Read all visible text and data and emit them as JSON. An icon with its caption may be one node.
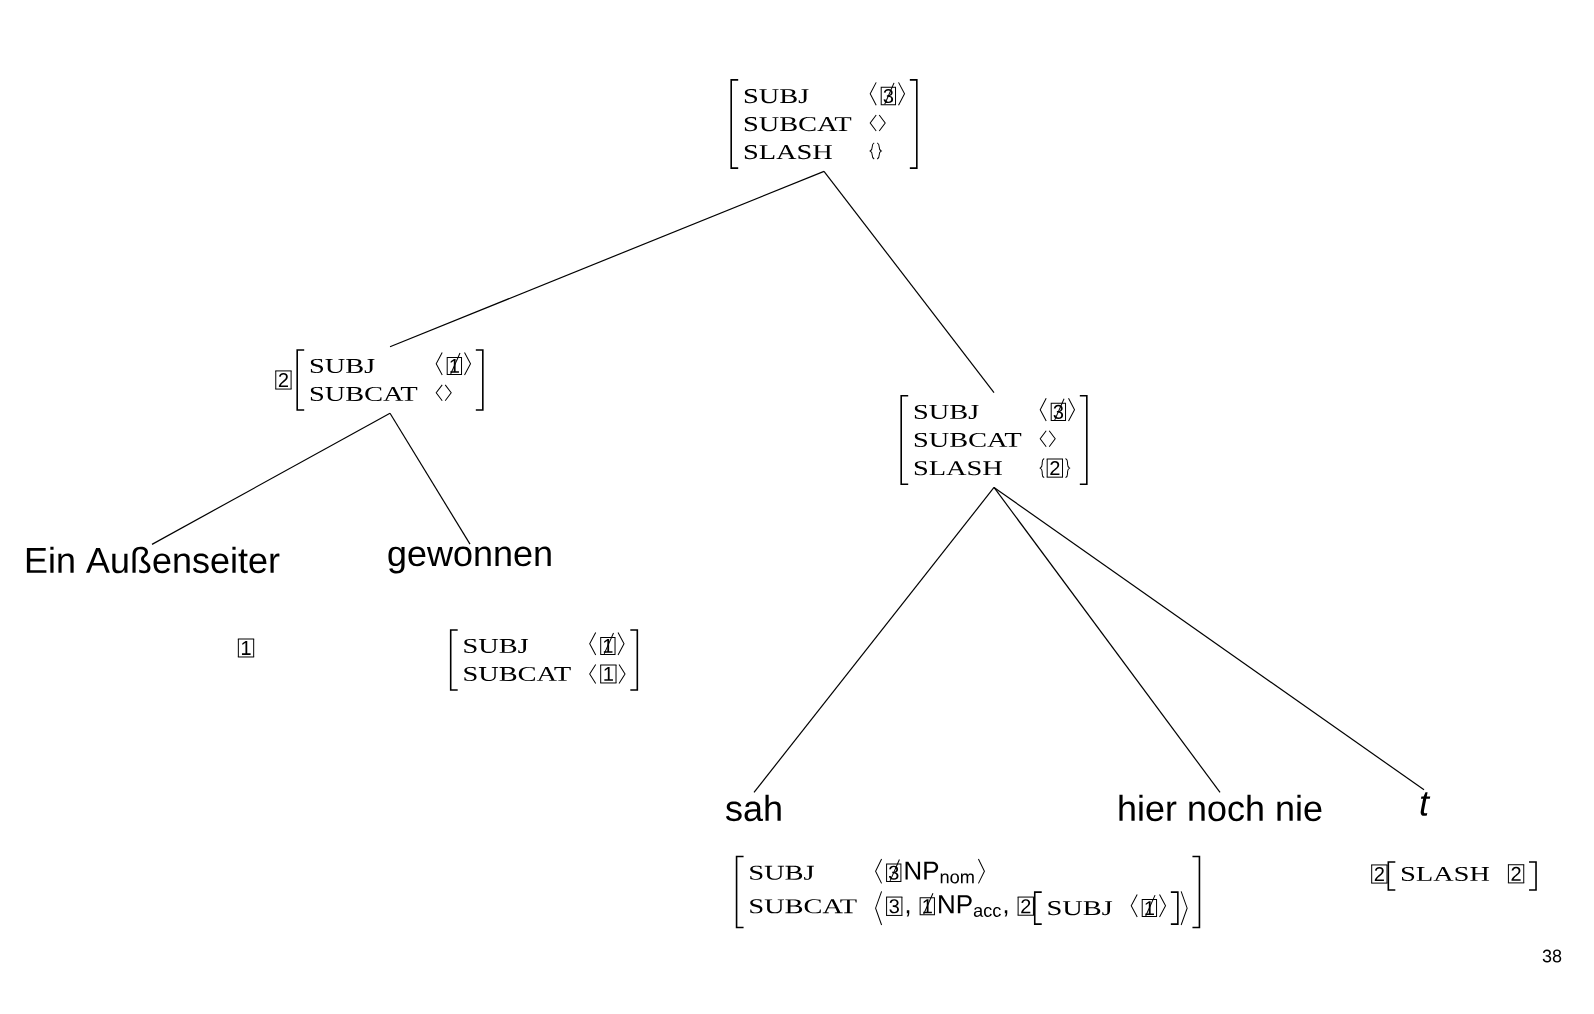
{
  "diagram": {
    "nodes": [
      {
        "text": [
          "SUBJ",
          "3",
          "SUBCAT",
          "SLASH"
        ]
      },
      {
        "text": [
          "SUBJ",
          "1",
          "SUBCAT"
        ],
        "beside": [
          "2"
        ]
      },
      {
        "text": [
          "SUBJ",
          "3",
          "SUBCAT",
          "SLASH",
          "2"
        ]
      },
      {
        "text": [
          "Ein Außenseiter"
        ],
        "beside": [
          "1"
        ]
      },
      {
        "text": [
          "gewonnen",
          "SUBJ",
          "1",
          "SUBCAT",
          "1"
        ]
      },
      {
        "text": [
          "sah",
          "SUBJ",
          "3",
          "NP$_{nom}$",
          "SUBCAT",
          "3",
          ",",
          "1",
          "NP$_{acc}$,",
          "2",
          "SUBJ",
          "1"
        ]
      },
      {
        "text": [
          "hier noch nie"
        ]
      },
      {
        "text": [
          "t",
          "2",
          "SLASH",
          "2"
        ]
      }
    ],
    "edges": [
      {
        "from": 0,
        "to": 1,
        "arrow": "none"
      },
      {
        "from": 0,
        "to": 2,
        "arrow": "none"
      },
      {
        "from": 1,
        "to": 3,
        "arrow": "none"
      },
      {
        "from": 1,
        "to": 4,
        "arrow": "none"
      },
      {
        "from": 2,
        "to": 5,
        "arrow": "none"
      },
      {
        "from": 2,
        "to": 6,
        "arrow": "none"
      },
      {
        "from": 2,
        "to": 7,
        "arrow": "none"
      }
    ],
    "labels": [
      "38"
    ]
  }
}
